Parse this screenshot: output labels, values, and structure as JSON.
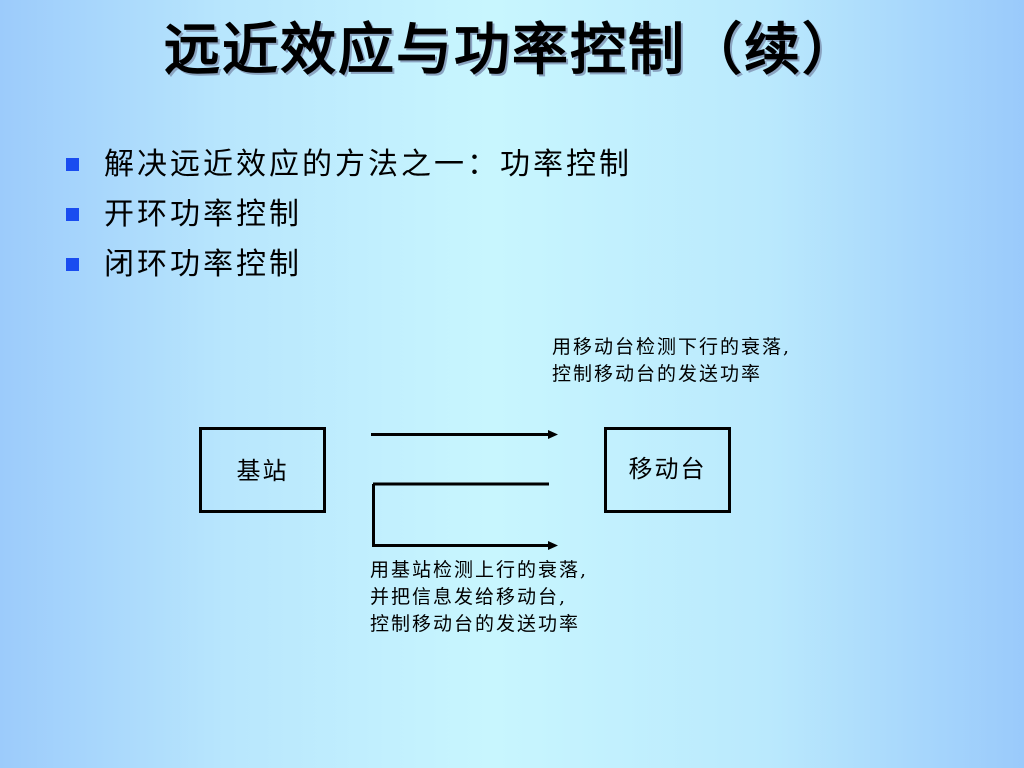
{
  "title": "远近效应与功率控制（续）",
  "bullets": [
    "解决远近效应的方法之一：功率控制",
    "开环功率控制",
    "闭环功率控制"
  ],
  "colors": {
    "bullet": "#1a4cf0",
    "line": "#000000"
  },
  "diagram": {
    "base_station_label": "基站",
    "mobile_label": "移动台",
    "open_loop_note": [
      "用移动台检测下行的衰落,",
      "控制移动台的发送功率"
    ],
    "closed_loop_note": [
      "用基站检测上行的衰落,",
      "并把信息发给移动台,",
      "控制移动台的发送功率"
    ]
  }
}
